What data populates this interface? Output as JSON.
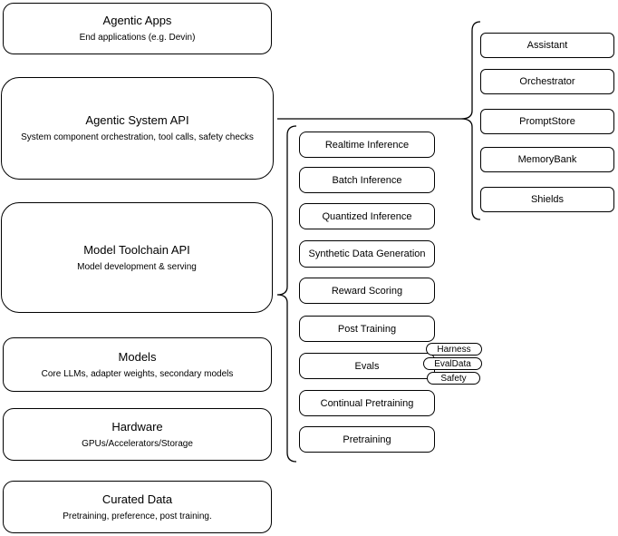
{
  "diagram": {
    "stack": [
      {
        "title": "Agentic Apps",
        "subtitle": "End applications (e.g. Devin)"
      },
      {
        "title": "Agentic System API",
        "subtitle": "System component orchestration, tool calls, safety checks"
      },
      {
        "title": "Model Toolchain API",
        "subtitle": "Model development & serving"
      },
      {
        "title": "Models",
        "subtitle": "Core LLMs, adapter weights, secondary models"
      },
      {
        "title": "Hardware",
        "subtitle": "GPUs/Accelerators/Storage"
      },
      {
        "title": "Curated Data",
        "subtitle": "Pretraining, preference, post training."
      }
    ],
    "toolchain_services": [
      "Realtime Inference",
      "Batch Inference",
      "Quantized Inference",
      "Synthetic Data Generation",
      "Reward Scoring",
      "Post Training",
      "Evals",
      "Continual Pretraining",
      "Pretraining"
    ],
    "eval_tags": [
      "Harness",
      "EvalData",
      "Safety"
    ],
    "system_components": [
      "Assistant",
      "Orchestrator",
      "PromptStore",
      "MemoryBank",
      "Shields"
    ],
    "colors": {
      "stroke": "#000000",
      "fill": "#ffffff",
      "background": "#ffffff"
    }
  }
}
